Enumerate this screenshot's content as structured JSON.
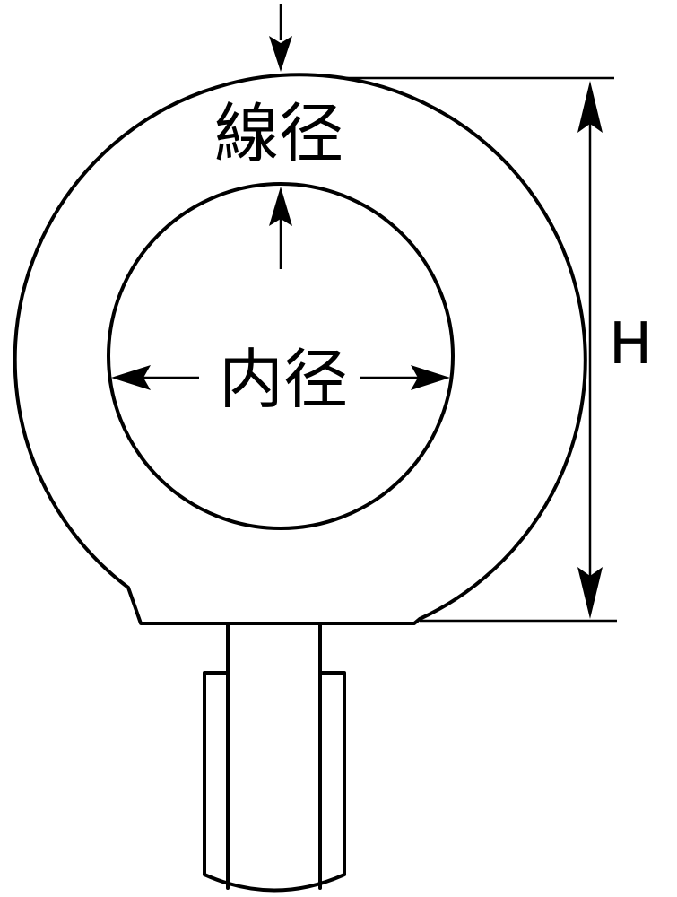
{
  "labels": {
    "wire_diameter": "線径",
    "inner_diameter": "内径",
    "height": "H"
  },
  "colors": {
    "line": "#000000",
    "background": "#ffffff"
  }
}
